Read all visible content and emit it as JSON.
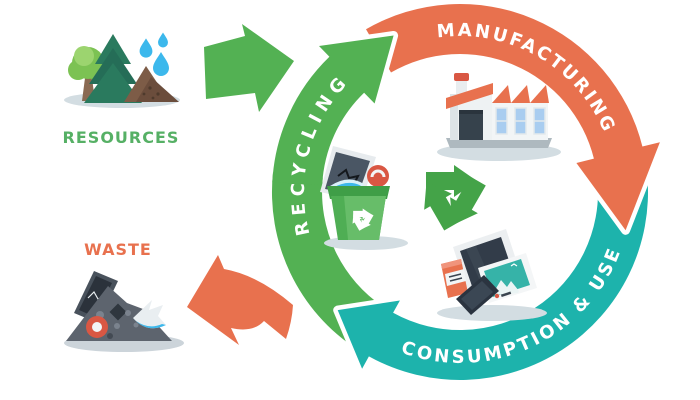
{
  "labels": {
    "resources": "RESOURCES",
    "waste": "WASTE",
    "recycling": "RECYCLING",
    "manufacturing": "MANUFACTURING",
    "consumption_use": "CONSUMPTION & USE"
  },
  "colors": {
    "ring_green": "#53b153",
    "ring_orange": "#e8714e",
    "ring_teal": "#1db3ac",
    "label_green": "#56b065",
    "label_orange": "#e8714e",
    "ring_text": "#ffffff",
    "center_symbol_green": "#44a348"
  },
  "icons": [
    {
      "name": "resources-icon",
      "depicts": "trees, ore mound and water drops"
    },
    {
      "name": "waste-pile-icon",
      "depicts": "pile of discarded electronics and trash"
    },
    {
      "name": "factory-icon",
      "depicts": "factory building with sawtooth roof"
    },
    {
      "name": "recycle-bin-icon",
      "depicts": "green recycling bin with old electronics"
    },
    {
      "name": "devices-icon",
      "depicts": "tablet, phone, photo and can devices"
    },
    {
      "name": "recycle-symbol-icon",
      "depicts": "three green recycling arrows"
    },
    {
      "name": "flow-arrow-resources-to-cycle",
      "depicts": "green arrow into cycle"
    },
    {
      "name": "flow-arrow-cycle-to-waste",
      "depicts": "orange arrow out to waste"
    }
  ]
}
